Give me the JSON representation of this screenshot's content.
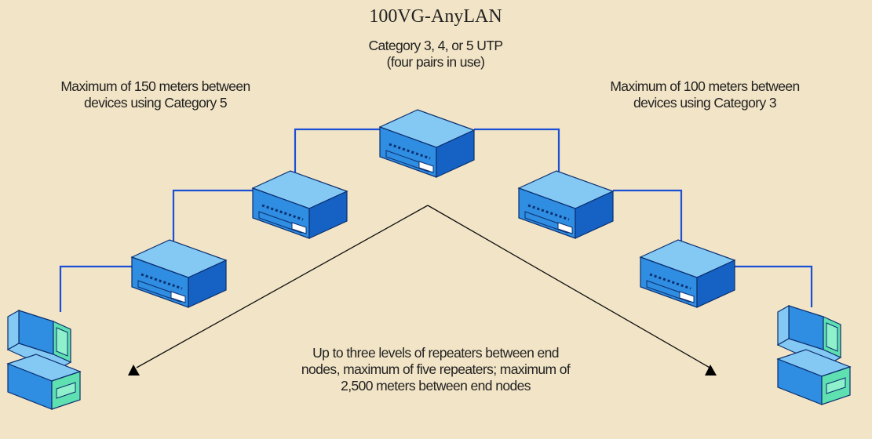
{
  "title": "100VG-AnyLAN",
  "subtitle": [
    "Category 3, 4, or 5 UTP",
    "(four pairs in use)"
  ],
  "left_note": [
    "Maximum of 150 meters between",
    "devices using Category 5"
  ],
  "right_note": [
    "Maximum of 100 meters between",
    "devices using Category 3"
  ],
  "bottom_note": [
    "Up to three levels of repeaters between end",
    "nodes, maximum of five repeaters; maximum of",
    "2,500 meters between end nodes"
  ],
  "colors": {
    "background": "#f2e4c6",
    "cable": "#1a4fd6",
    "device_top": "#84c8f4",
    "device_front": "#2f8de2",
    "device_side": "#1562c4",
    "device_outline": "#0b2f6f",
    "monitor_screen": "#5fe0b0"
  },
  "icons": [
    "hub-icon",
    "computer-icon",
    "arrowhead-icon"
  ]
}
